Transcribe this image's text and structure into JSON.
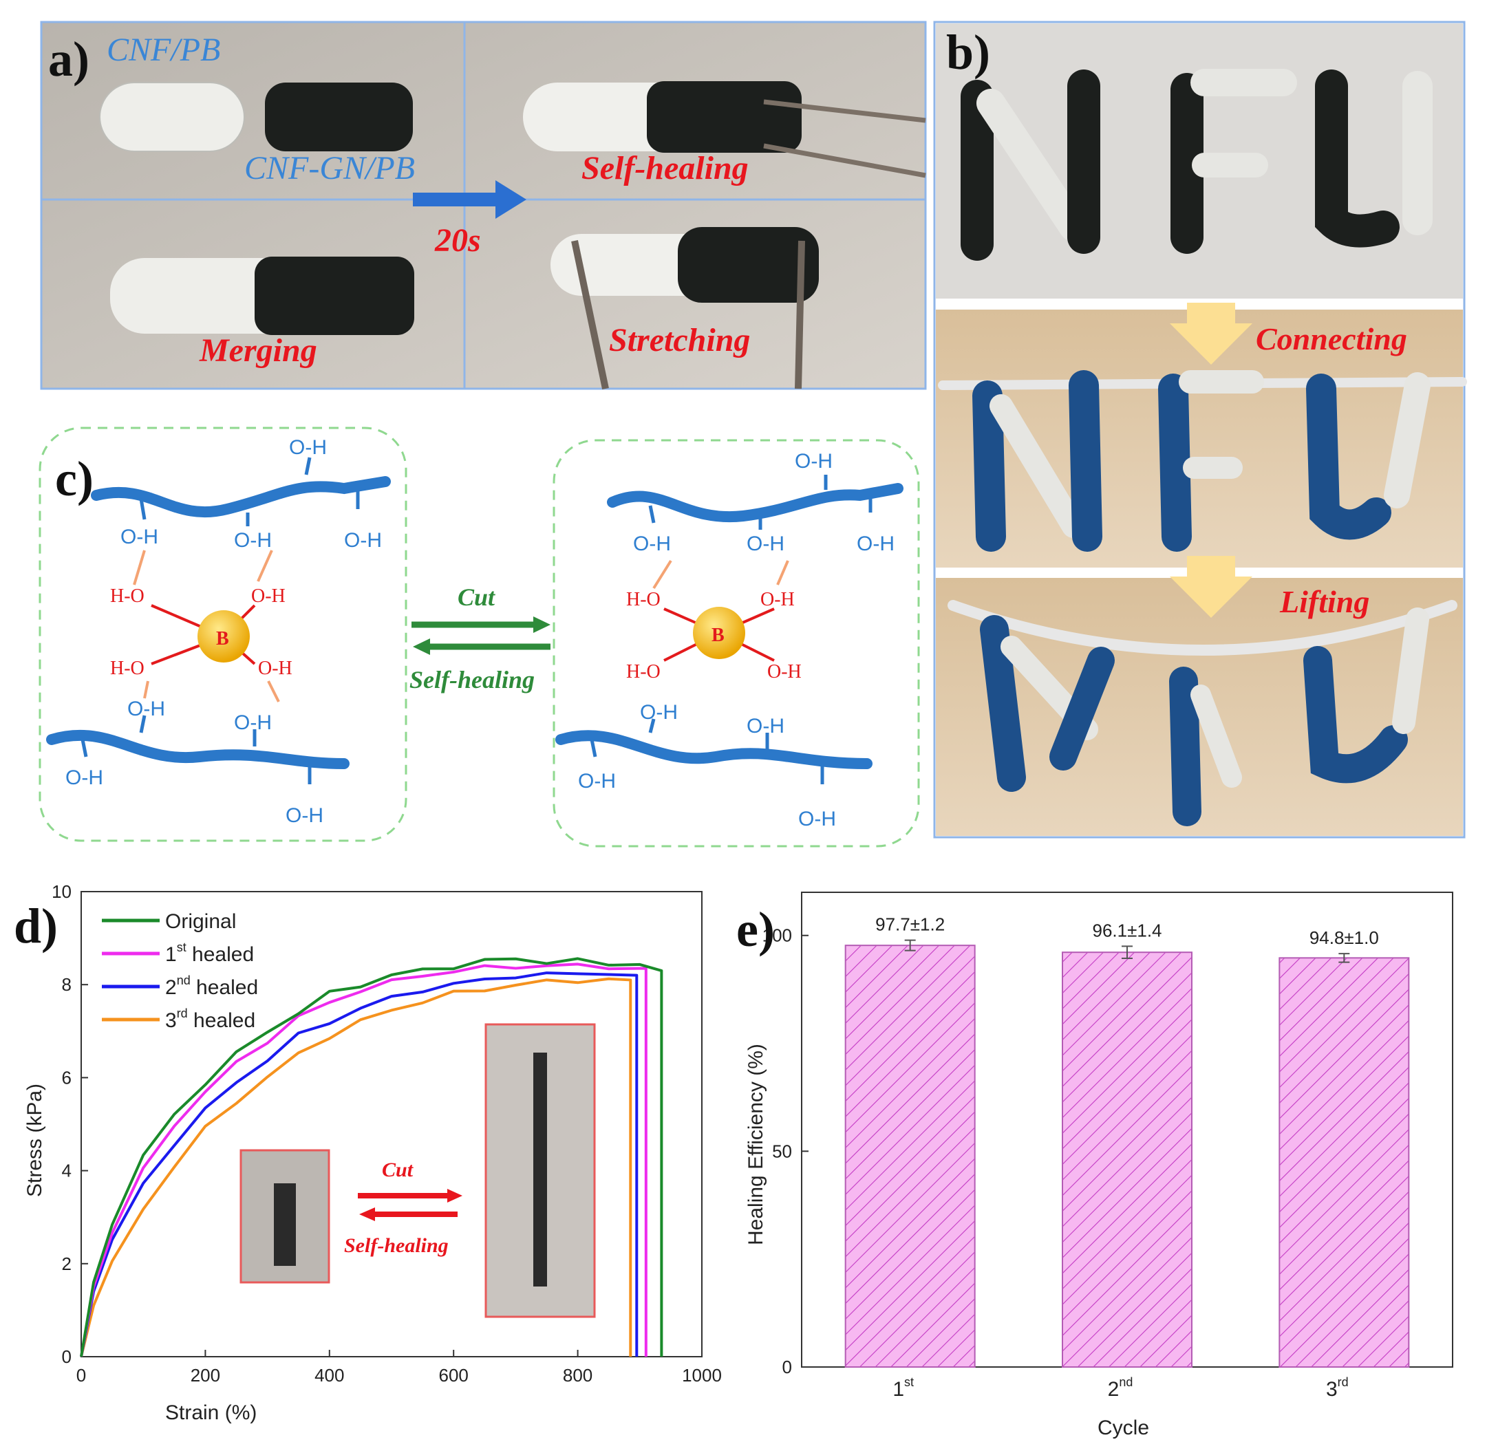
{
  "panel_labels": {
    "a": "a)",
    "b": "b)",
    "c": "c)",
    "d": "d)",
    "e": "e)"
  },
  "panel_a": {
    "cnf_pb": "CNF/PB",
    "cnf_gn_pb": "CNF-GN/PB",
    "self_healing": "Self-healing",
    "time": "20s",
    "merging": "Merging",
    "stretching": "Stretching"
  },
  "panel_b": {
    "connecting": "Connecting",
    "lifting": "Lifting",
    "letters": "NFU"
  },
  "panel_c": {
    "oh": "O-H",
    "ho": "H-O",
    "boron": "B",
    "cut": "Cut",
    "self_healing": "Self-healing"
  },
  "colors": {
    "green": "#1a8a2a",
    "magenta": "#ee2bee",
    "blue": "#1a1aee",
    "orange": "#f5921e",
    "bar_fill": "#f7b8f1",
    "bar_hatch": "#c43bc4",
    "frame_blue": "#8fb5e8",
    "chain_blue": "#2b78c9",
    "dash_green": "#8fd88f"
  },
  "chart_data": [
    {
      "type": "line",
      "xlabel": "Strain (%)",
      "ylabel": "Stress (kPa)",
      "xlim": [
        0,
        1000
      ],
      "ylim": [
        0,
        10
      ],
      "xticks": [
        "0",
        "200",
        "400",
        "600",
        "800",
        "1000"
      ],
      "yticks": [
        "0",
        "2",
        "4",
        "6",
        "8",
        "10"
      ],
      "legend_position": "top-left",
      "series": [
        {
          "name": "Original",
          "sup": "",
          "suffix": "",
          "x": [
            0,
            20,
            50,
            100,
            150,
            200,
            250,
            300,
            350,
            400,
            450,
            500,
            550,
            600,
            650,
            700,
            750,
            800,
            850,
            900,
            935,
            935
          ],
          "y": [
            0,
            1.6,
            2.9,
            4.3,
            5.2,
            5.9,
            6.5,
            7.0,
            7.4,
            7.8,
            8.0,
            8.2,
            8.3,
            8.4,
            8.5,
            8.55,
            8.5,
            8.5,
            8.45,
            8.45,
            8.3,
            0
          ]
        },
        {
          "name": "1",
          "sup": "st",
          "suffix": " healed",
          "x": [
            0,
            20,
            50,
            100,
            150,
            200,
            250,
            300,
            350,
            400,
            450,
            500,
            550,
            600,
            650,
            700,
            750,
            800,
            850,
            910,
            910
          ],
          "y": [
            0,
            1.5,
            2.7,
            4.0,
            5.0,
            5.7,
            6.3,
            6.8,
            7.3,
            7.6,
            7.9,
            8.05,
            8.2,
            8.3,
            8.35,
            8.4,
            8.4,
            8.4,
            8.4,
            8.35,
            0
          ]
        },
        {
          "name": "2",
          "sup": "nd",
          "suffix": " healed",
          "x": [
            0,
            20,
            50,
            100,
            150,
            200,
            250,
            300,
            350,
            400,
            450,
            500,
            550,
            600,
            650,
            700,
            750,
            800,
            850,
            895,
            895
          ],
          "y": [
            0,
            1.4,
            2.5,
            3.7,
            4.6,
            5.3,
            5.9,
            6.4,
            6.9,
            7.2,
            7.5,
            7.7,
            7.9,
            8.0,
            8.1,
            8.2,
            8.2,
            8.25,
            8.25,
            8.2,
            0
          ]
        },
        {
          "name": "3",
          "sup": "rd",
          "suffix": " healed",
          "x": [
            0,
            20,
            50,
            100,
            150,
            200,
            250,
            300,
            350,
            400,
            450,
            500,
            550,
            600,
            650,
            700,
            750,
            800,
            850,
            885,
            885
          ],
          "y": [
            0,
            1.1,
            2.0,
            3.2,
            4.1,
            4.9,
            5.5,
            6.0,
            6.5,
            6.9,
            7.2,
            7.45,
            7.65,
            7.8,
            7.9,
            8.0,
            8.05,
            8.1,
            8.1,
            8.1,
            0
          ]
        }
      ],
      "inset": {
        "cut": "Cut",
        "self_healing": "Self-healing"
      }
    },
    {
      "type": "bar",
      "xlabel": "Cycle",
      "ylabel": "Healing Efficiency (%)",
      "ylim": [
        0,
        110
      ],
      "yticks": [
        "0",
        "50",
        "100"
      ],
      "categories": [
        {
          "base": "1",
          "sup": "st"
        },
        {
          "base": "2",
          "sup": "nd"
        },
        {
          "base": "3",
          "sup": "rd"
        }
      ],
      "values": [
        97.7,
        96.1,
        94.8
      ],
      "errors": [
        1.2,
        1.4,
        1.0
      ],
      "data_labels": [
        "97.7±1.2",
        "96.1±1.4",
        "94.8±1.0"
      ]
    }
  ]
}
